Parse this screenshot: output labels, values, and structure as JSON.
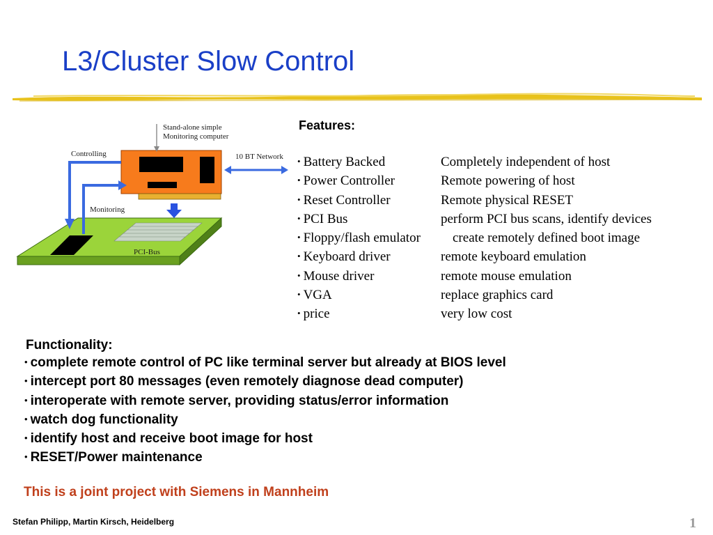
{
  "slide": {
    "title": "L3/Cluster Slow Control",
    "footer": "Stefan Philipp, Martin Kirsch, Heidelberg",
    "page_number": "1",
    "accent_color": "#1a3fc7",
    "rule_color": "#e8c21c",
    "note_color": "#c0401c"
  },
  "diagram": {
    "label_standalone_line1": "Stand-alone simple",
    "label_standalone_line2": "Monitoring computer",
    "label_network": "10 BT Network",
    "label_controlling": "Controlling",
    "label_monitoring": "Monitoring",
    "label_pcibus": "PCI-Bus"
  },
  "features": {
    "heading": "Features:",
    "bullet": "•",
    "items": [
      {
        "name": "Battery Backed",
        "desc": "Completely independent of host"
      },
      {
        "name": "Power Controller",
        "desc": "Remote powering of host"
      },
      {
        "name": "Reset Controller",
        "desc": "Remote physical RESET"
      },
      {
        "name": "PCI Bus",
        "desc": "perform PCI bus scans, identify devices"
      },
      {
        "name": "Floppy/flash emulator",
        "desc": "create remotely defined boot image"
      },
      {
        "name": "Keyboard driver",
        "desc": "remote keyboard emulation"
      },
      {
        "name": "Mouse driver",
        "desc": "remote mouse emulation"
      },
      {
        "name": "VGA",
        "desc": "replace graphics card"
      },
      {
        "name": "price",
        "desc": "very low cost"
      }
    ]
  },
  "functionality": {
    "heading": "Functionality:",
    "bullet": "•",
    "items": [
      "complete remote control of PC like terminal server but already at BIOS level",
      "intercept port 80 messages (even remotely diagnose dead computer)",
      "interoperate with remote server, providing status/error information",
      "watch dog functionality",
      "identify host and receive boot image for host",
      "RESET/Power maintenance"
    ]
  },
  "note": "This is a joint project with Siemens in Mannheim"
}
